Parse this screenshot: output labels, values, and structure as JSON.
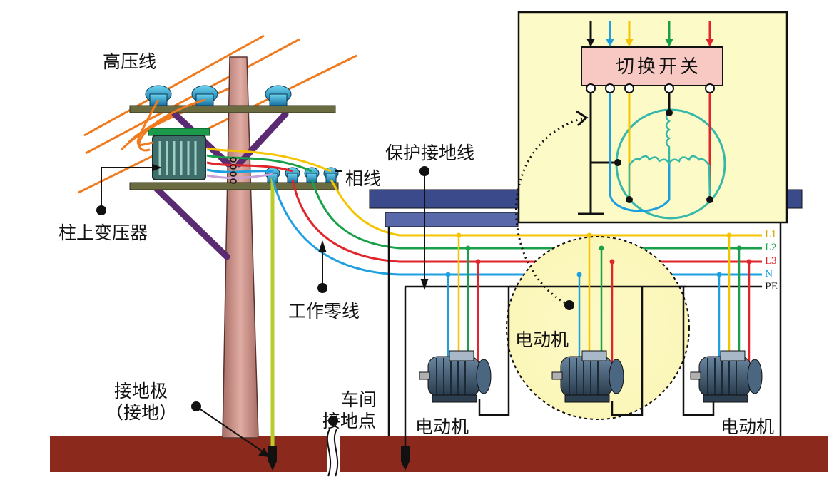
{
  "labels": {
    "high_voltage_line": "高压线",
    "pole_transformer": "柱上变压器",
    "phase_line": "相线",
    "working_neutral": "工作零线",
    "protective_earth": "保护接地线",
    "ground_electrode_1": "接地极",
    "ground_electrode_2": "（接地）",
    "workshop_ground_1": "车间",
    "workshop_ground_2": "接地点",
    "motor_left": "电动机",
    "motor_center": "电动机",
    "motor_right": "电动机",
    "switch": "切换开关"
  },
  "bus_lines": [
    {
      "name": "L1",
      "color": "#f5c400"
    },
    {
      "name": "L2",
      "color": "#19a04a"
    },
    {
      "name": "L3",
      "color": "#e0262b"
    },
    {
      "name": "N",
      "color": "#1ea0e0"
    },
    {
      "name": "PE",
      "color": "#111111"
    }
  ],
  "colors": {
    "ground": "#8b2a1c",
    "pole": "#c98f86",
    "inset_bg": "#fcfbc8",
    "switch_bg": "#f7c9c2",
    "roof": "#3a4a8a",
    "crossarm": "#6b6b42",
    "brace": "#5a2a72",
    "hv_wire": "#f07a1e",
    "ground_rod": "#b8cc2a",
    "motor": "#3f5a72"
  },
  "icons": {
    "insulator": "insulator-icon",
    "transformer": "transformer-icon",
    "motor": "motor-icon",
    "ground_rod": "ground-rod-icon"
  }
}
